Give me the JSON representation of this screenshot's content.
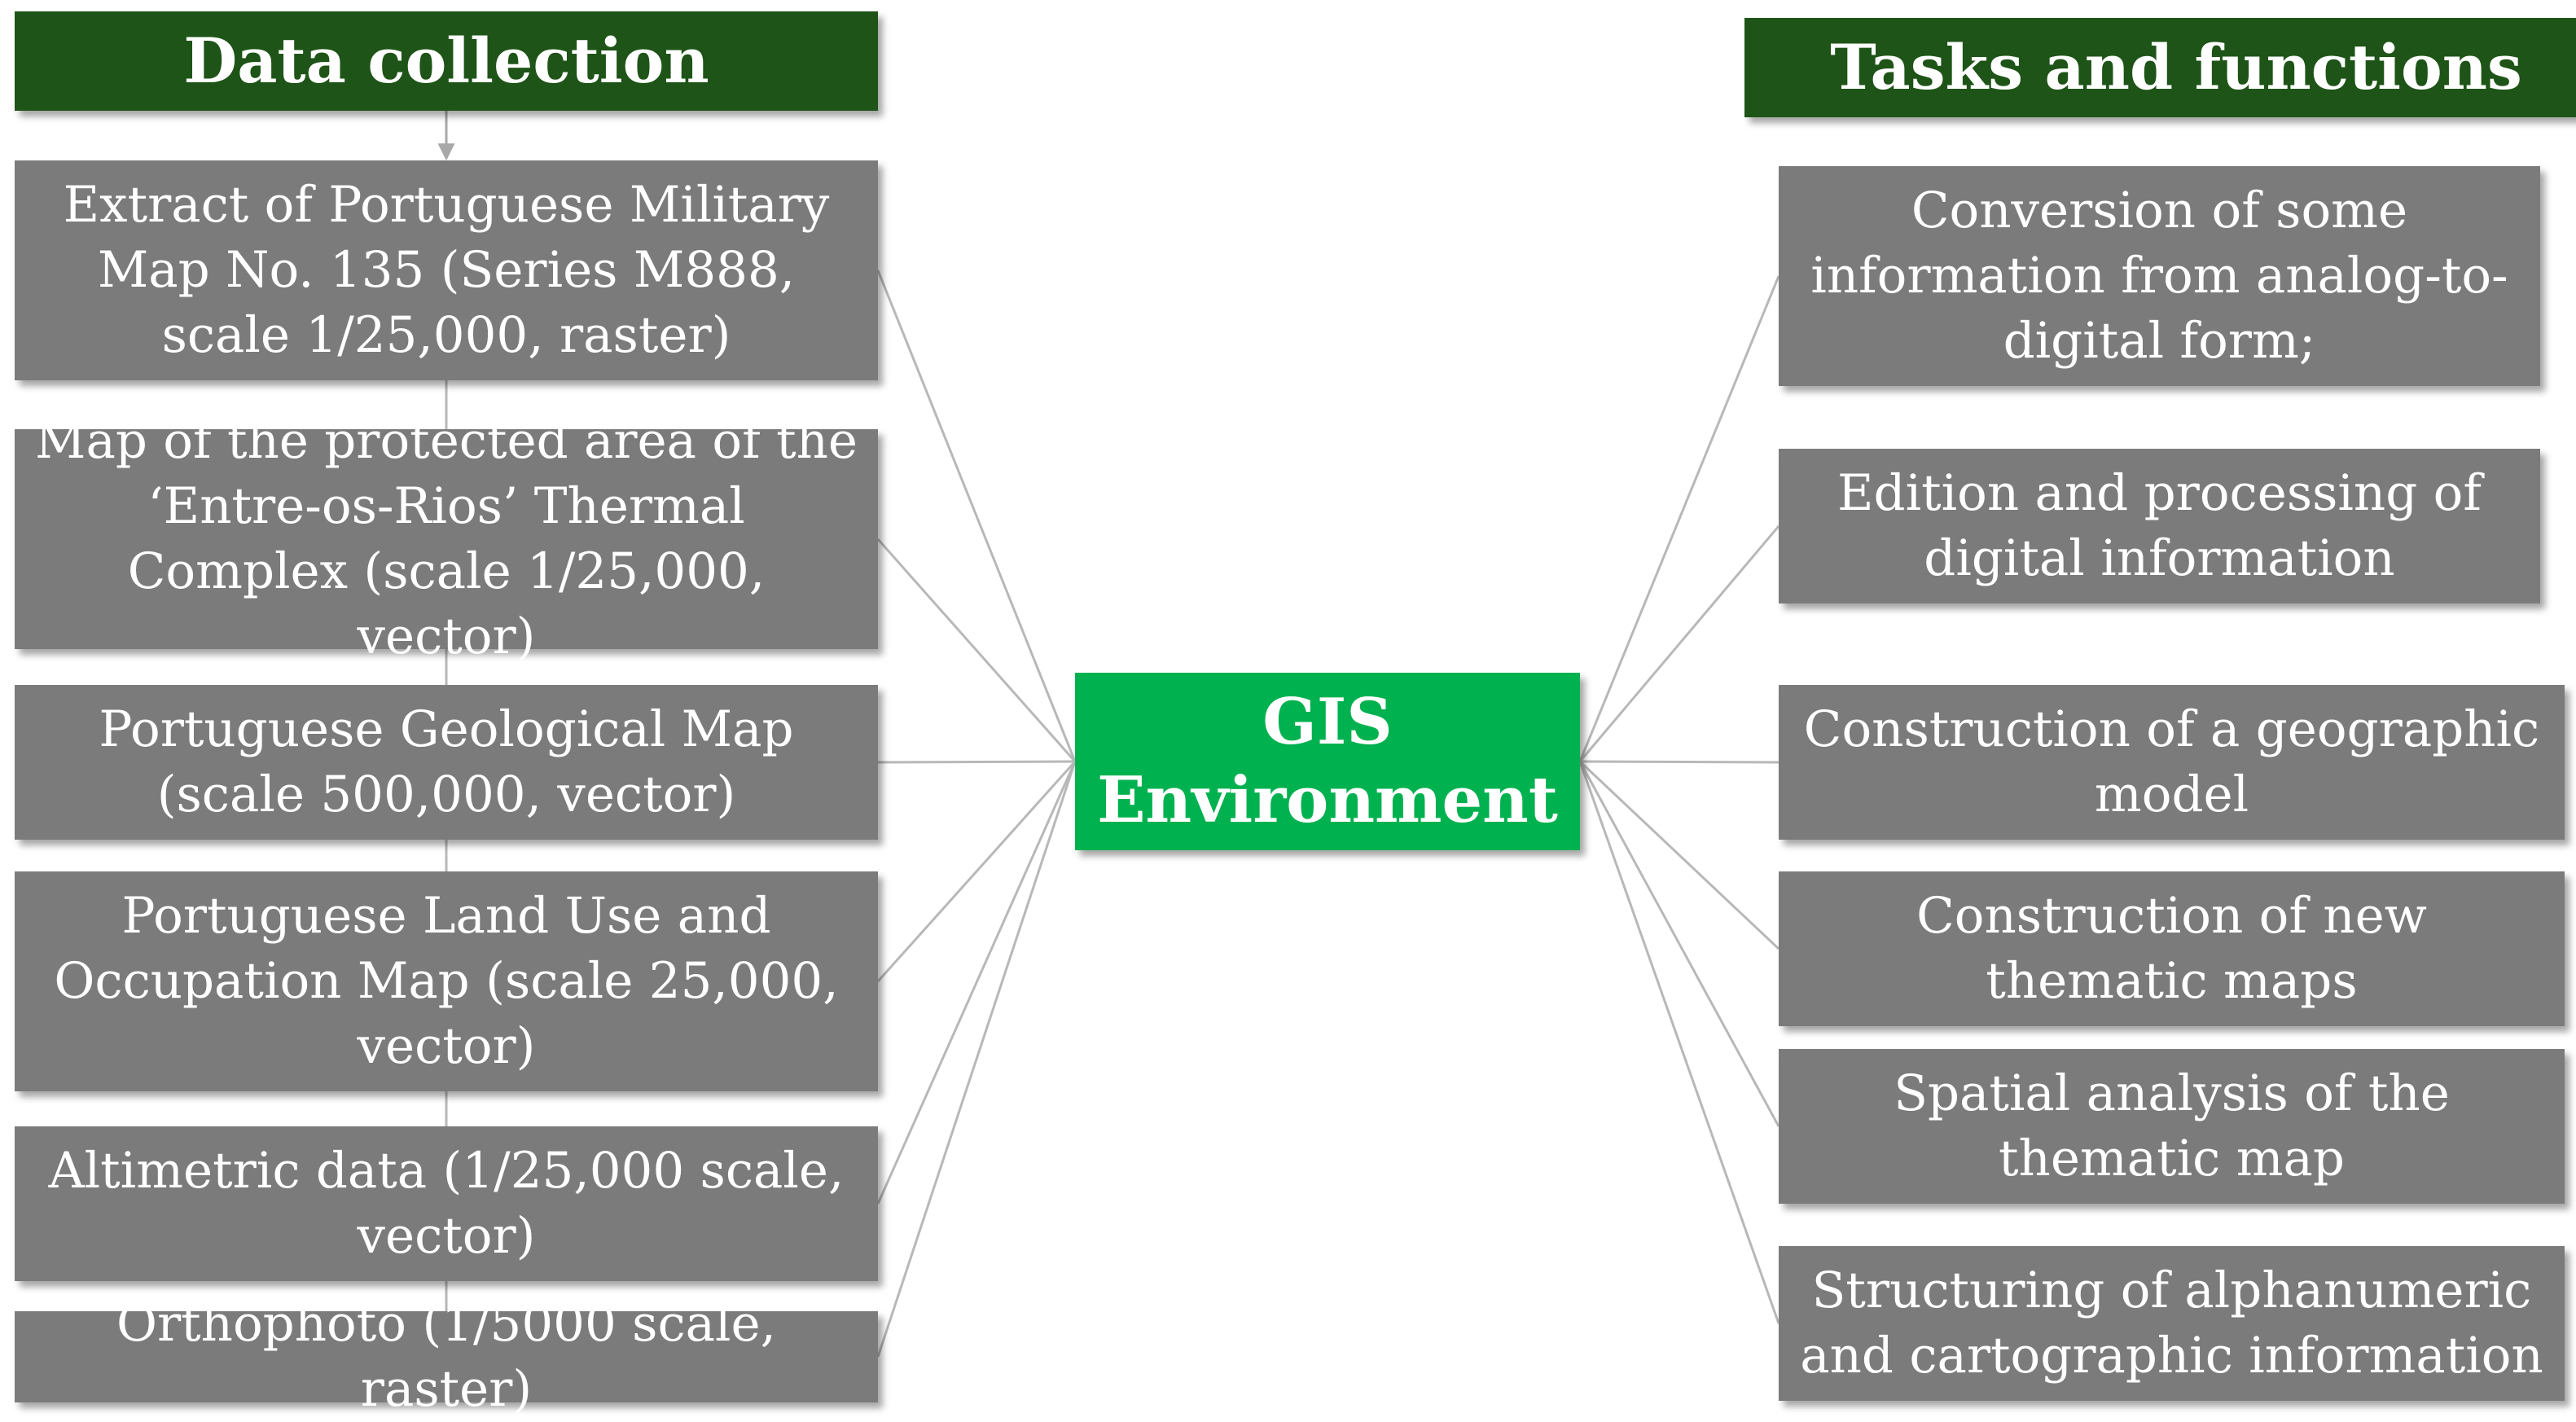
{
  "data_collection": {
    "title": "Data collection",
    "items": [
      {
        "text": "Extract of Portuguese Military Map No. 135 (Series M888, scale 1/25,000, raster)"
      },
      {
        "text": "Map of the protected area of the ‘Entre-os-Rios’ Thermal Complex (scale 1/25,000, vector)"
      },
      {
        "text": "Portuguese Geological Map (scale 500,000, vector)"
      },
      {
        "text": "Portuguese Land Use and Occupation Map (scale 25,000, vector)"
      },
      {
        "text": "Altimetric data (1/25,000 scale, vector)"
      },
      {
        "text": "Orthophoto (1/5000 scale, raster)"
      }
    ]
  },
  "center": {
    "line1": "GIS",
    "line2": "Environment"
  },
  "tasks_and_functions": {
    "title": "Tasks and functions",
    "items": [
      {
        "text": "Conversion of some information from analog-to-digital form;"
      },
      {
        "text": "Edition and processing of digital information"
      },
      {
        "text": "Construction of a geographic model"
      },
      {
        "text": "Construction of new thematic maps"
      },
      {
        "text": "Spatial analysis of the thematic map"
      },
      {
        "text": "Structuring of alphanumeric and cartographic information"
      }
    ]
  },
  "colors": {
    "header_bg": "#1e5417",
    "item_bg": "#7b7b7b",
    "center_bg": "#00b14f",
    "text": "#ffffff",
    "connector": "#b8b8b8"
  }
}
